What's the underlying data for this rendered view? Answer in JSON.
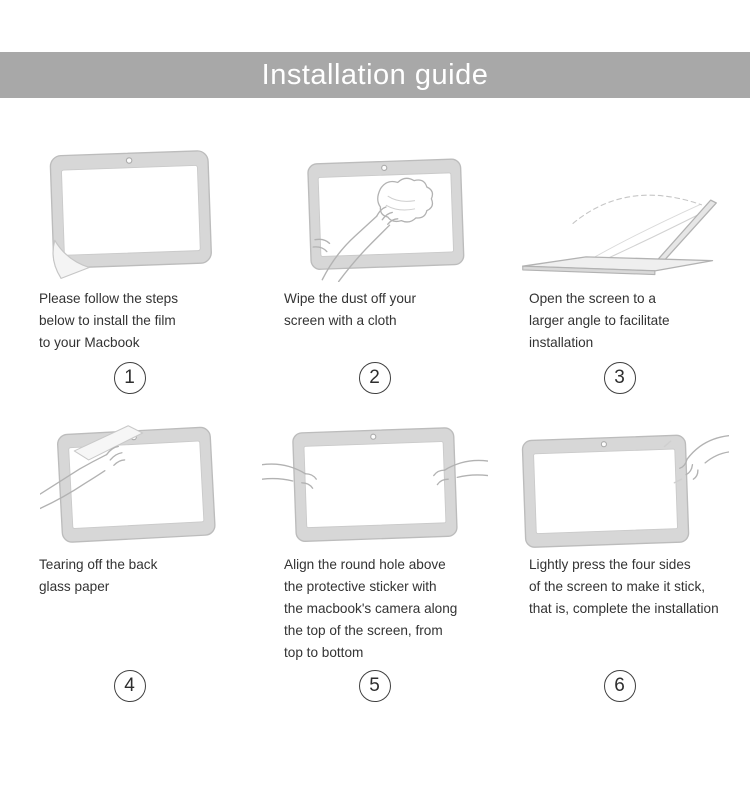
{
  "header": {
    "title": "Installation guide",
    "bg_color": "#a8a8a8",
    "text_color": "#ffffff"
  },
  "steps": [
    {
      "number": "1",
      "icon": "macbook-film-peel-illustration",
      "caption": "Please follow the steps\nbelow to install the film\nto your Macbook"
    },
    {
      "number": "2",
      "icon": "wipe-screen-cloth-illustration",
      "caption": "Wipe the dust off your\nscreen with a cloth"
    },
    {
      "number": "3",
      "icon": "open-laptop-angle-illustration",
      "caption": "Open the screen to a\nlarger angle to facilitate\ninstallation"
    },
    {
      "number": "4",
      "icon": "tear-back-paper-illustration",
      "caption": "Tearing off the back\nglass paper"
    },
    {
      "number": "5",
      "icon": "align-camera-hole-illustration",
      "caption": "Align the round hole above\nthe protective sticker with\nthe macbook's camera along\nthe top of the screen, from\ntop to bottom"
    },
    {
      "number": "6",
      "icon": "press-four-sides-illustration",
      "caption": "Lightly press the four sides\nof the screen to make it stick,\nthat is, complete the installation"
    }
  ]
}
